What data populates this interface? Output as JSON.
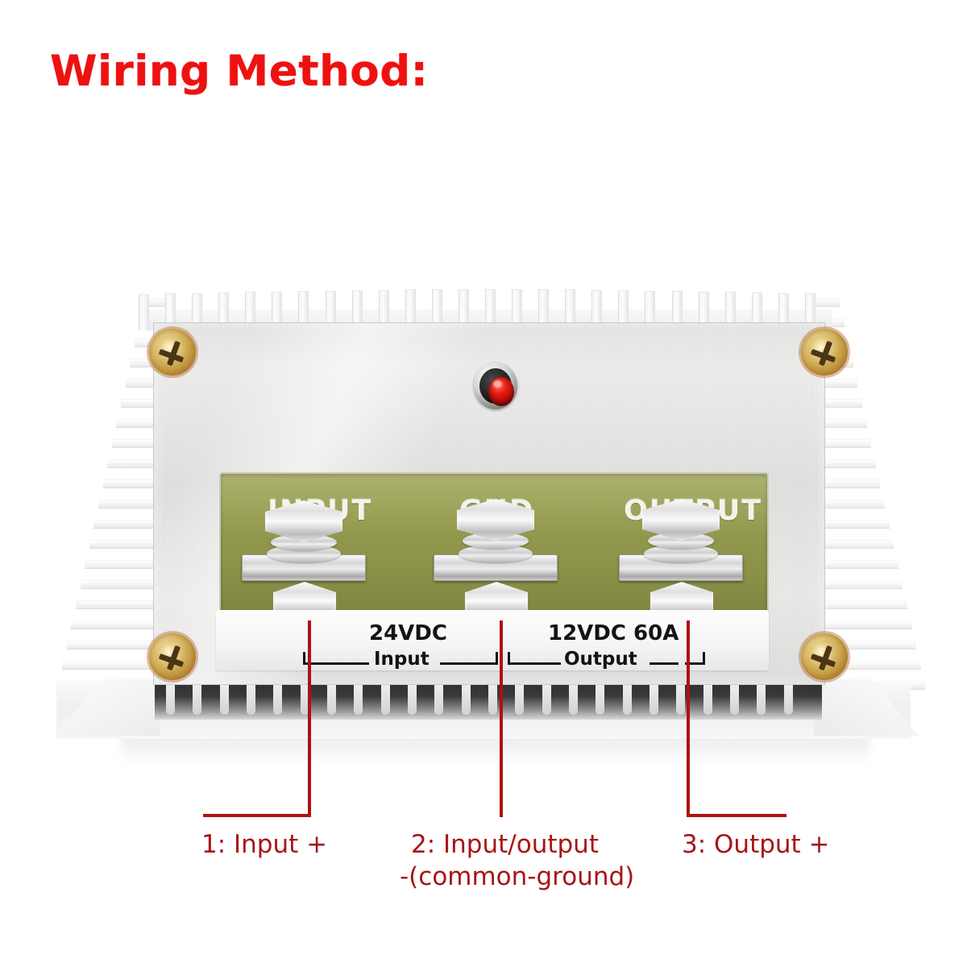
{
  "page": {
    "title": "Wiring Method:",
    "title_color": "#ee1111",
    "background": "#ffffff"
  },
  "device": {
    "type": "dc-dc-step-down-converter",
    "housing": "aluminium-heatsink",
    "faceplate_color": "#e4e4e2",
    "pcb_color": "#939948",
    "indicator": {
      "name": "power-led",
      "color": "#e61b10",
      "state": "on"
    },
    "screws": {
      "count": 4,
      "color": "#c9a54c",
      "head": "phillips"
    },
    "terminals": [
      {
        "id": 1,
        "silkscreen": "INPUT",
        "position": "left"
      },
      {
        "id": 2,
        "silkscreen": "GND",
        "position": "center"
      },
      {
        "id": 3,
        "silkscreen": "OUTPUT",
        "position": "right"
      }
    ],
    "label_band": {
      "input_spec": "24VDC",
      "input_group": "Input",
      "output_spec": "12VDC 60A",
      "output_group": "Output"
    }
  },
  "annotations": {
    "line_color": "#b01010",
    "text_color": "#a81515",
    "callouts": [
      {
        "id": 1,
        "label": "1: Input +",
        "label2": ""
      },
      {
        "id": 2,
        "label": "2: Input/output",
        "label2": "-(common-ground)"
      },
      {
        "id": 3,
        "label": "3: Output +",
        "label2": ""
      }
    ]
  }
}
